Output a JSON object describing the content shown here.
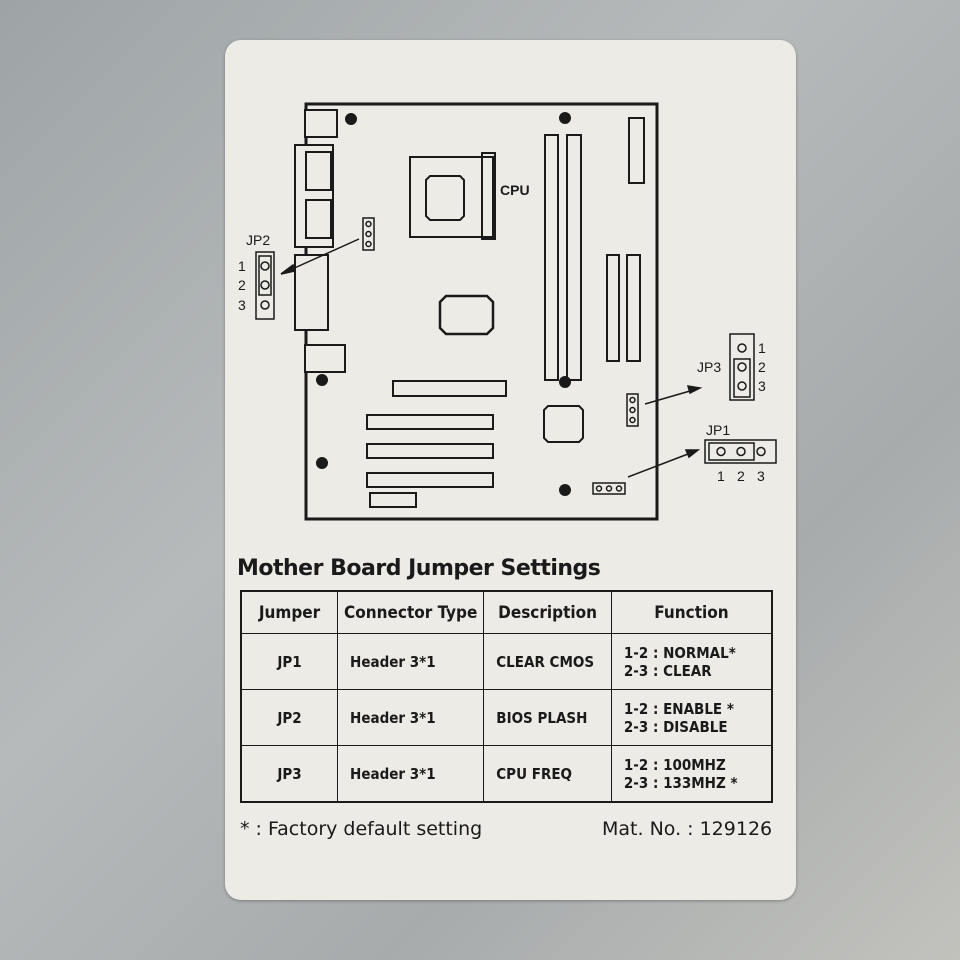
{
  "diagram": {
    "cpu_label": "CPU",
    "jp1": {
      "label": "JP1",
      "pins": [
        "1",
        "2",
        "3"
      ]
    },
    "jp2": {
      "label": "JP2",
      "pins": [
        "1",
        "2",
        "3"
      ]
    },
    "jp3": {
      "label": "JP3",
      "pins": [
        "1",
        "2",
        "3"
      ]
    }
  },
  "title": "Mother Board Jumper Settings",
  "table": {
    "headers": [
      "Jumper",
      "Connector Type",
      "Description",
      "Function"
    ],
    "rows": [
      {
        "jumper": "JP1",
        "connector": "Header 3*1",
        "description": "CLEAR CMOS",
        "function": [
          "1-2  :  NORMAL*",
          "2-3  :  CLEAR"
        ]
      },
      {
        "jumper": "JP2",
        "connector": "Header 3*1",
        "description": "BIOS PLASH",
        "function": [
          "1-2 : ENABLE *",
          "2-3 : DISABLE"
        ]
      },
      {
        "jumper": "JP3",
        "connector": "Header 3*1",
        "description": "CPU FREQ",
        "function": [
          "1-2 : 100MHZ",
          "2-3 : 133MHZ *"
        ]
      }
    ]
  },
  "footer": {
    "note": "* : Factory default setting",
    "mat_no": "Mat. No. :  129126"
  },
  "colors": {
    "ink": "#1a1a1a",
    "sticker": "#ecebe6"
  }
}
